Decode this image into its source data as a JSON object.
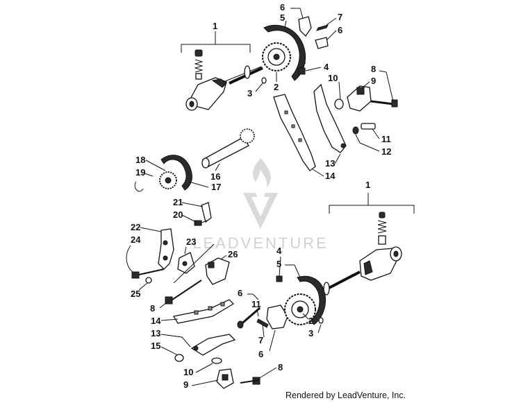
{
  "watermark": {
    "text": "LEADVENTURE"
  },
  "footer": {
    "credit": "Rendered by LeadVenture, Inc."
  },
  "callouts": [
    "1",
    "2",
    "3",
    "4",
    "5",
    "6",
    "7",
    "8",
    "9",
    "10",
    "11",
    "12",
    "13",
    "14",
    "15",
    "16",
    "17",
    "18",
    "19",
    "20",
    "21",
    "22",
    "23",
    "24",
    "25",
    "26"
  ]
}
